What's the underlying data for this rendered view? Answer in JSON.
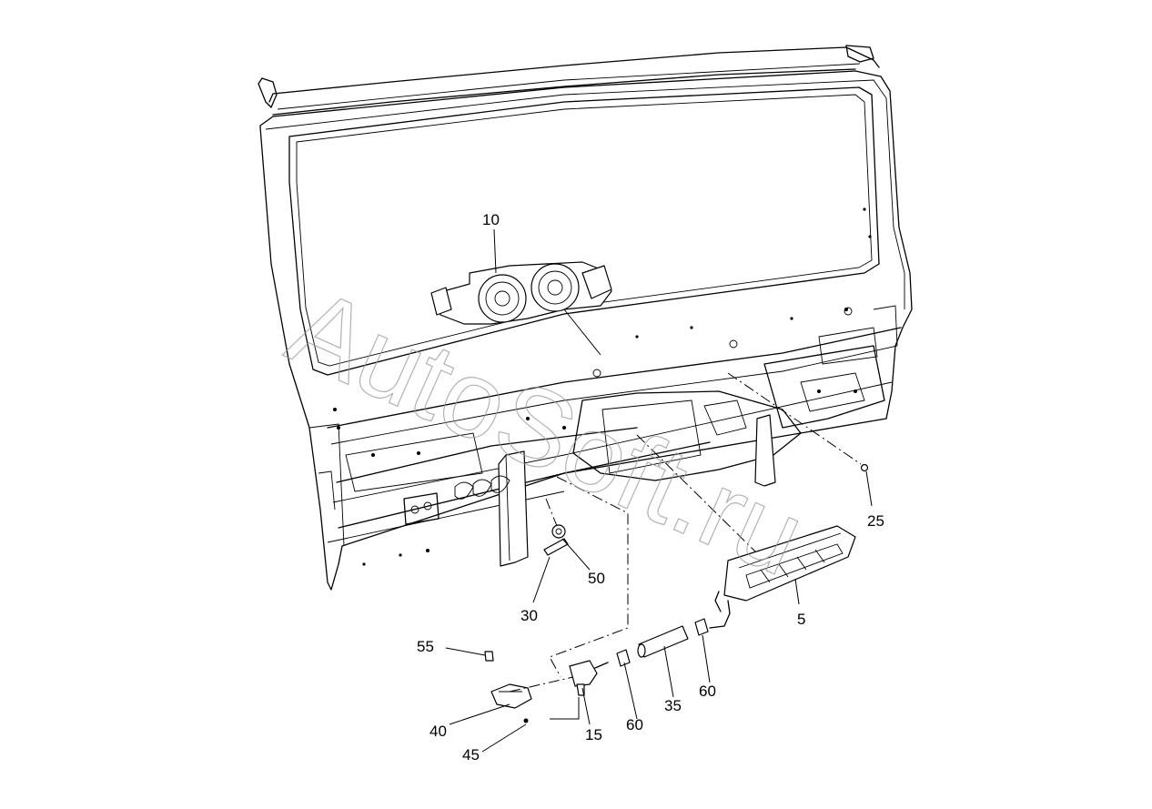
{
  "watermark": "AutoSoft.ru",
  "callouts": {
    "c10": "10",
    "c25": "25",
    "c5": "5",
    "c50": "50",
    "c30": "30",
    "c55": "55",
    "c40": "40",
    "c45": "45",
    "c15": "15",
    "c60a": "60",
    "c35": "35",
    "c60b": "60"
  }
}
